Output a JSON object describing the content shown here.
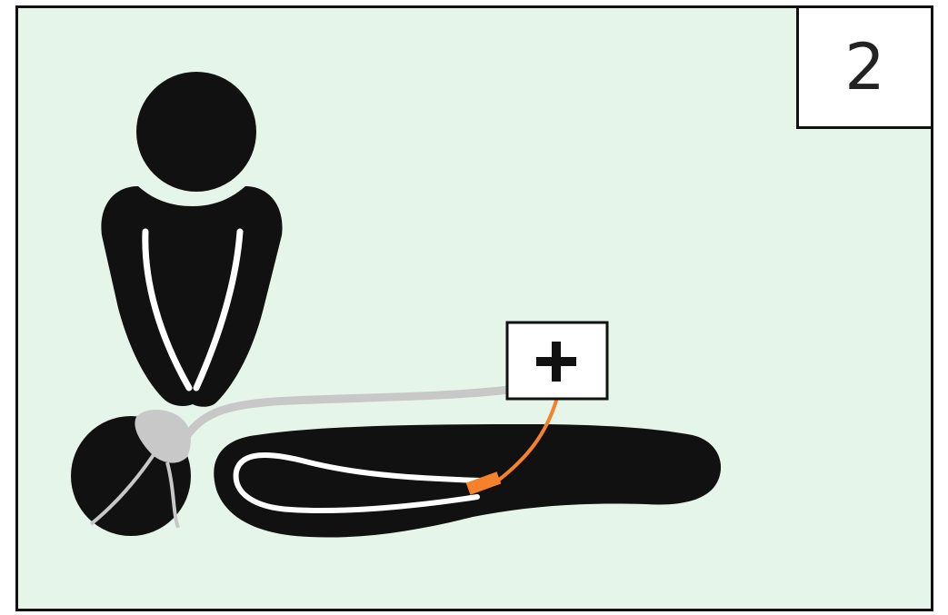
{
  "step": {
    "number": "2"
  },
  "colors": {
    "background": "#e6f5ea",
    "figure": "#111111",
    "mask_tube": "#c8c8c8",
    "monitor_line": "#f5822a",
    "device_box": "#ffffff"
  },
  "icons": {
    "device": "plus-icon",
    "rescuer": "rescuer-figure",
    "patient": "patient-figure",
    "mask": "face-mask"
  }
}
